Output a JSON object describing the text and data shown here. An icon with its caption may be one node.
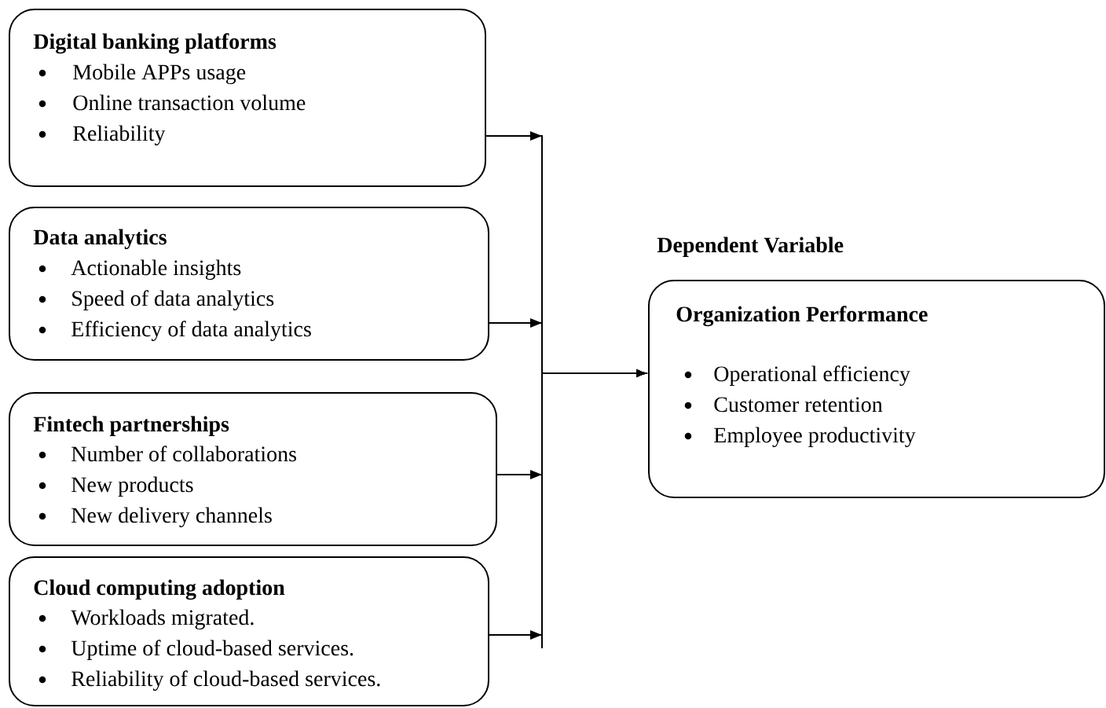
{
  "diagram": {
    "nodes": [
      {
        "text": [
          "Digital banking platforms",
          "Mobile APPs usage",
          "Online transaction volume",
          "Reliability"
        ]
      },
      {
        "text": [
          "Data analytics",
          "Actionable insights",
          "Speed of data analytics",
          "Efficiency of data analytics"
        ]
      },
      {
        "text": [
          "Fintech partnerships",
          "Number of collaborations",
          "New products",
          "New delivery channels"
        ]
      },
      {
        "text": [
          "Cloud computing adoption",
          "Workloads migrated.",
          "Uptime of cloud-based services.",
          "Reliability of cloud-based services."
        ]
      },
      {
        "text": [
          "Organization Performance",
          "Operational efficiency",
          "Customer retention",
          "Employee productivity"
        ]
      }
    ],
    "edges": [
      {
        "from": 0,
        "to": 4,
        "arrow": "to"
      },
      {
        "from": 1,
        "to": 4,
        "arrow": "to"
      },
      {
        "from": 2,
        "to": 4,
        "arrow": "to"
      },
      {
        "from": 3,
        "to": 4,
        "arrow": "to"
      }
    ],
    "labels": [
      "Dependent Variable"
    ]
  }
}
